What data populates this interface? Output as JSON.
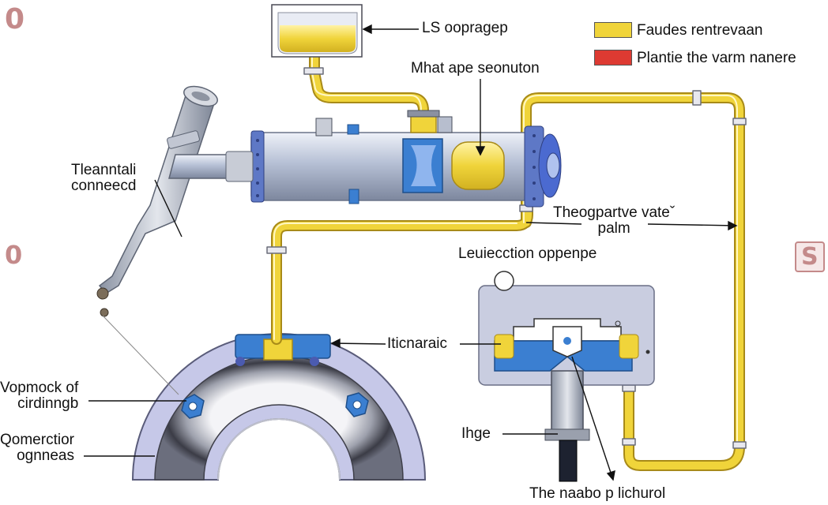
{
  "legend": {
    "items": [
      {
        "label": "Faudes rentrevaan",
        "color": "#f0d43a"
      },
      {
        "label": "Plantie the varm nanere",
        "color": "#dd3a32"
      }
    ]
  },
  "labels": {
    "top_tank": "LS oopragep",
    "heat_section": "Mhat ape seonuton",
    "terminal_connection": "Tleanntali\nconneecd",
    "positive_valve": "Theogpartve vateˇ\npalm",
    "injection": "Leuiecction oppenpe",
    "hydraulic": "Iticnaraic",
    "support_ring": "Vopmock of\ncirdinngb",
    "connector_flanges": "Qomerctior\nognneas",
    "hinge": "Ihge",
    "control": "The naabo p lichurol"
  },
  "side_marks": {
    "left_top": "0",
    "left_mid": "0",
    "right_mid": "S"
  },
  "colors": {
    "pipe_yellow": "#f0d43a",
    "pipe_outline": "#a88a18",
    "steel": "#b9c3d6",
    "blue": "#3b7fd1",
    "red": "#dd3a32",
    "ring_dark": "#3e3f49",
    "ring_light": "#d9dbe4",
    "housing": "#c9cde0"
  }
}
